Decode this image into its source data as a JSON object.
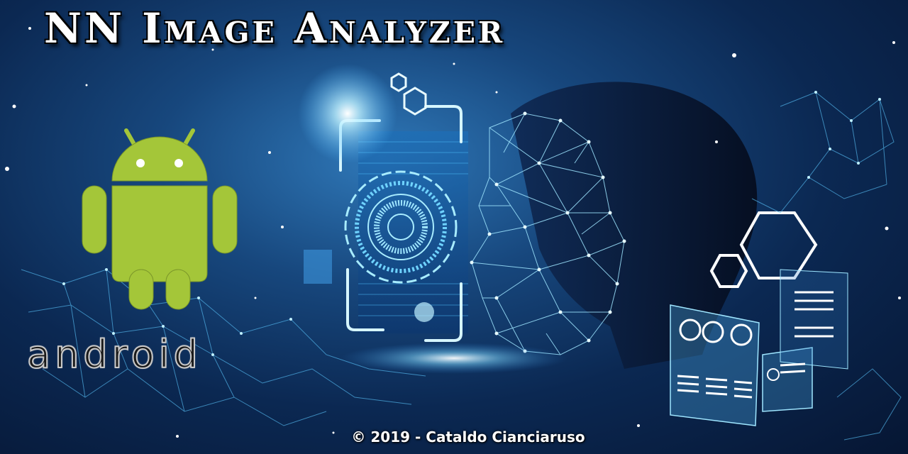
{
  "banner": {
    "title": "NN Image Analyzer",
    "platform_word": "android",
    "copyright": "© 2019 - Cataldo Cianciaruso"
  },
  "icons": {
    "android_robot": "android-robot-icon",
    "face_mesh": "ai-face-mesh-icon",
    "scanner_frame": "biometric-scanner-frame-icon",
    "hexagons": "hexagon-icon",
    "hud_panel": "hud-data-panel-icon"
  },
  "colors": {
    "android_green": "#a4c639",
    "background_dark": "#061633",
    "glow_blue": "#6fd3ff",
    "title_white": "#ffffff"
  }
}
